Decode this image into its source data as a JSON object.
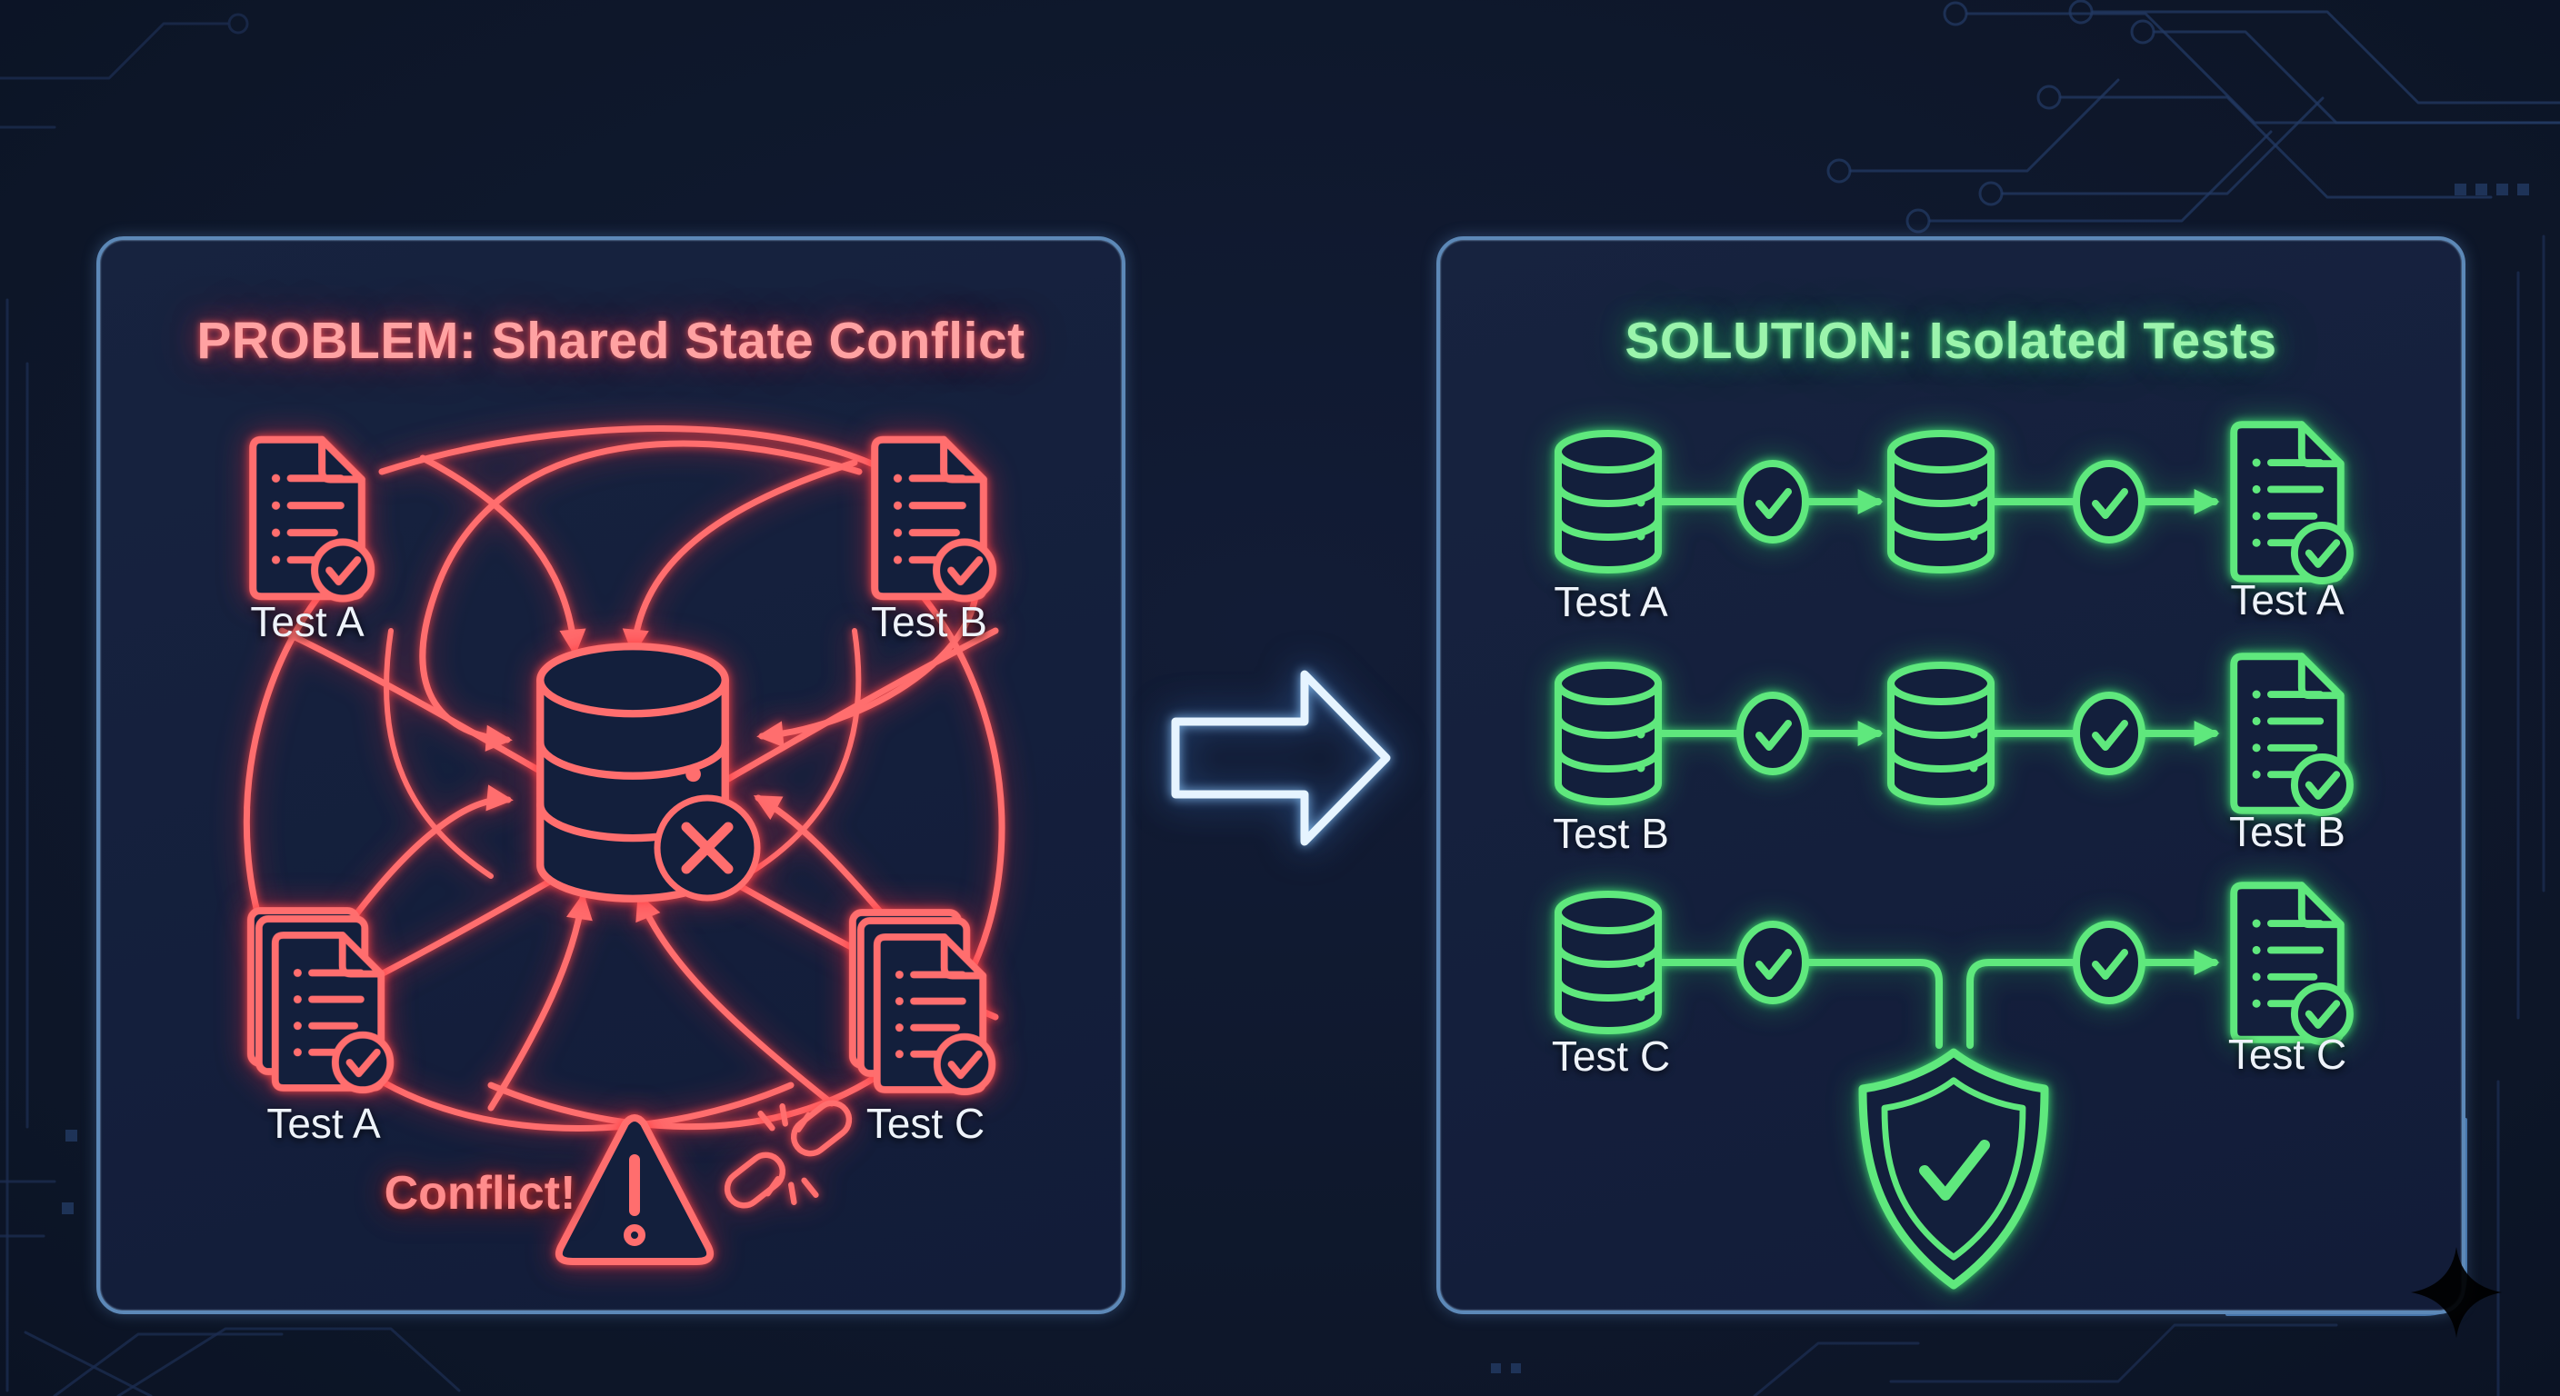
{
  "page": {
    "background_color": "#0d1628",
    "panel_border_color": "#5d89b8",
    "label_color": "#eef3fa"
  },
  "left_panel": {
    "title": "PROBLEM: Shared State Conflict",
    "accent_color": "#ff6e6e",
    "title_color": "#ffa2a2",
    "nodes": {
      "top_left": {
        "label": "Test A",
        "icon": "document-checklist-icon"
      },
      "top_right": {
        "label": "Test B",
        "icon": "document-checklist-icon"
      },
      "bottom_left": {
        "label": "Test A",
        "icon": "stacked-documents-icon"
      },
      "bottom_right": {
        "label": "Test C",
        "icon": "stacked-documents-icon"
      },
      "center": {
        "icon": "database-error-icon"
      }
    },
    "conflict": {
      "label": "Conflict!",
      "icons": [
        "warning-triangle-icon",
        "broken-link-icon"
      ]
    }
  },
  "divider": {
    "icon": "arrow-right-icon",
    "color": "#e6f4ff"
  },
  "right_panel": {
    "title": "SOLUTION: Isolated Tests",
    "accent_color": "#5fe87d",
    "title_color": "#9bf4ac",
    "rows": [
      {
        "left_label": "Test A",
        "right_label": "Test A",
        "sequence": [
          "database-icon",
          "check-circle-icon",
          "database-icon",
          "check-circle-icon",
          "document-checklist-icon"
        ]
      },
      {
        "left_label": "Test B",
        "right_label": "Test B",
        "sequence": [
          "database-icon",
          "check-circle-icon",
          "database-icon",
          "check-circle-icon",
          "document-checklist-icon"
        ]
      },
      {
        "left_label": "Test C",
        "right_label": "Test C",
        "sequence": [
          "database-icon",
          "check-circle-icon",
          "check-circle-icon",
          "document-checklist-icon"
        ]
      }
    ],
    "shield": {
      "icon": "shield-check-icon"
    }
  },
  "watermark": {
    "icon": "sparkle-logo-icon",
    "color": "#c9ced8"
  }
}
